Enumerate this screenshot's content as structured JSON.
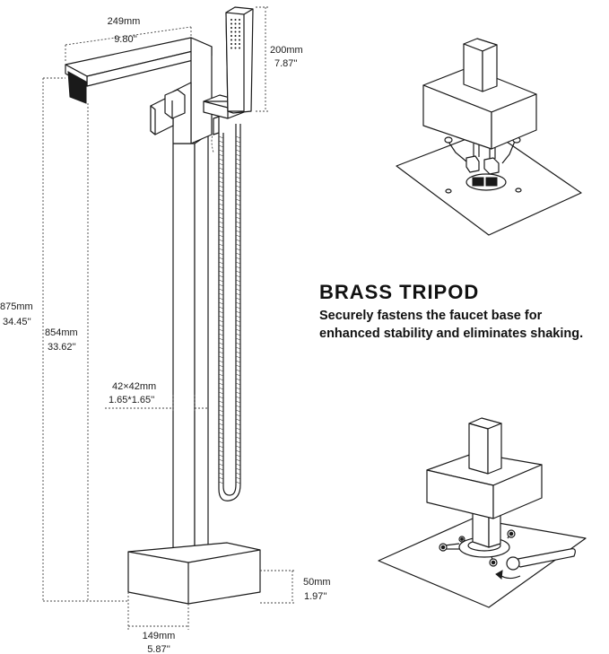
{
  "dimensions": {
    "spout_width": {
      "mm": "249mm",
      "inch": "9.80''"
    },
    "handshower_length": {
      "mm": "200mm",
      "inch": "7.87''"
    },
    "total_height": {
      "mm": "875mm",
      "inch": "34.45''"
    },
    "spout_height": {
      "mm": "854mm",
      "inch": "33.62''"
    },
    "column_section": {
      "mm": "42×42mm",
      "inch": "1.65*1.65''"
    },
    "base_height": {
      "mm": "50mm",
      "inch": "1.97''"
    },
    "base_width": {
      "mm": "149mm",
      "inch": "5.87''"
    }
  },
  "feature": {
    "title": "BRASS TRIPOD",
    "description_line1": "Securely fastens the faucet base for",
    "description_line2": "enhanced stability and eliminates shaking."
  },
  "colors": {
    "line": "#1a1a1a",
    "background": "#ffffff"
  }
}
